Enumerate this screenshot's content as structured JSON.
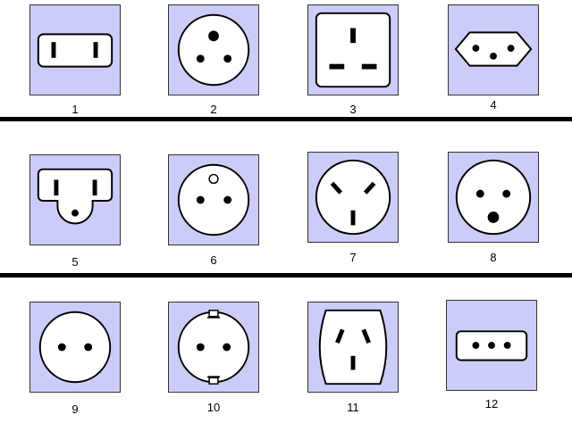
{
  "colors": {
    "tile_fill": "#ccccf9",
    "face_fill": "#ffffff",
    "ink": "#000000"
  },
  "sockets": [
    {
      "label": "1",
      "icon": "two-flat-slot-socket-icon"
    },
    {
      "label": "2",
      "icon": "three-round-pin-triangle-socket-icon"
    },
    {
      "label": "3",
      "icon": "three-rectangular-pin-socket-icon"
    },
    {
      "label": "4",
      "icon": "hexagonal-three-round-pin-socket-icon"
    },
    {
      "label": "5",
      "icon": "two-flat-slot-with-ground-socket-icon"
    },
    {
      "label": "6",
      "icon": "round-socket-with-ground-pin-icon"
    },
    {
      "label": "7",
      "icon": "angled-flat-three-slot-socket-icon"
    },
    {
      "label": "8",
      "icon": "three-round-pin-large-ground-socket-icon"
    },
    {
      "label": "9",
      "icon": "two-round-pin-socket-icon"
    },
    {
      "label": "10",
      "icon": "schuko-socket-icon"
    },
    {
      "label": "11",
      "icon": "angled-flat-pin-rounded-socket-icon"
    },
    {
      "label": "12",
      "icon": "three-round-pin-inline-socket-icon"
    }
  ]
}
